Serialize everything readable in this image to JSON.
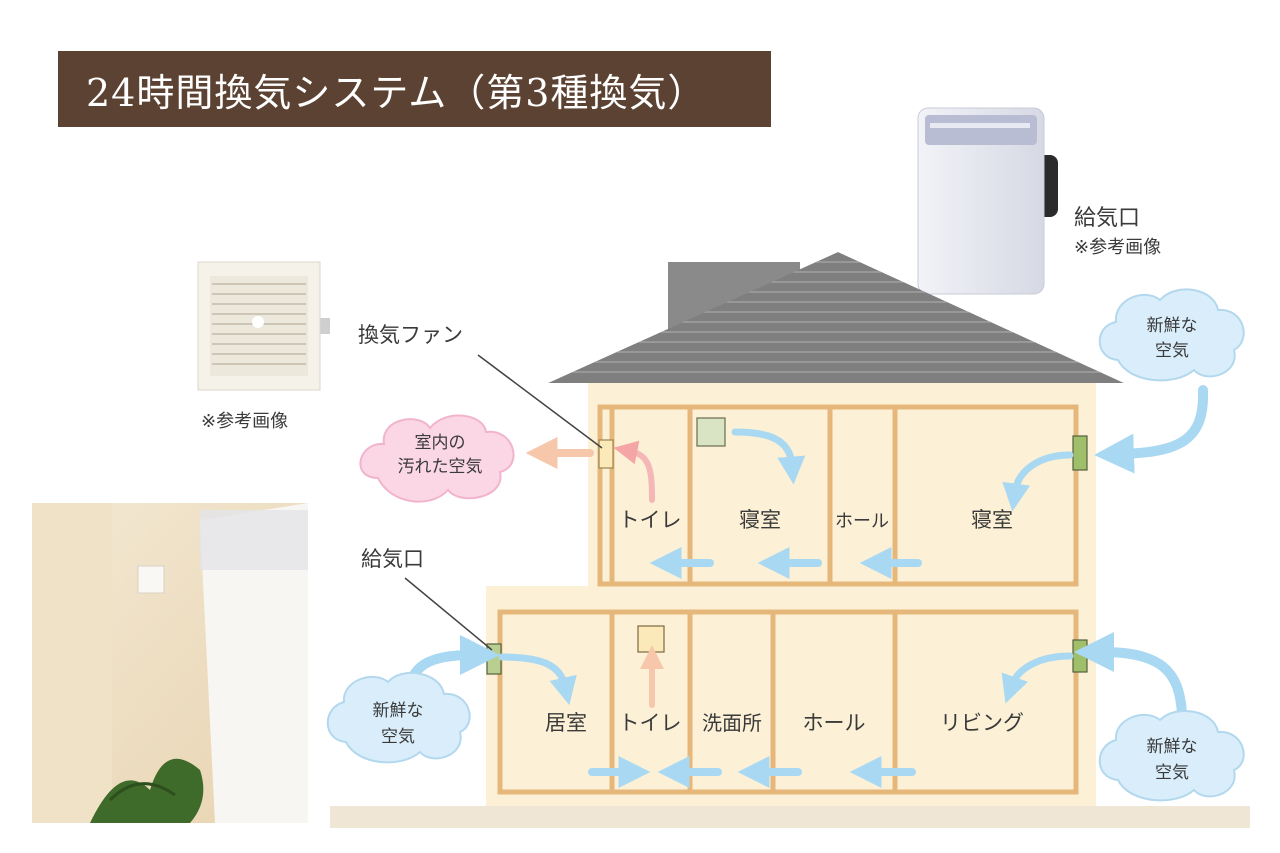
{
  "title": "24時間換気システム（第3種換気）",
  "photos": {
    "fan_note": "※参考画像",
    "intake_label": "給気口",
    "intake_note": "※参考画像"
  },
  "callouts": {
    "fan": "換気ファン",
    "intake": "給気口"
  },
  "clouds": {
    "dirty_line1": "室内の",
    "dirty_line2": "汚れた空気",
    "fresh_line1": "新鮮な",
    "fresh_line2": "空気"
  },
  "rooms_upper": [
    "トイレ",
    "寝室",
    "ホール",
    "寝室"
  ],
  "rooms_lower": [
    "居室",
    "トイレ",
    "洗面所",
    "ホール",
    "リビング"
  ],
  "colors": {
    "title_bg": "#5c4232",
    "wall": "#e6b77a",
    "house_fill": "#fcf0d6",
    "roof": "#7b7b7b",
    "fresh_arrow": "#a9d9f2",
    "dirty_arrow": "#f6c7aa",
    "fresh_cloud": "#d9eefa",
    "dirty_cloud": "#fbd7e6"
  }
}
